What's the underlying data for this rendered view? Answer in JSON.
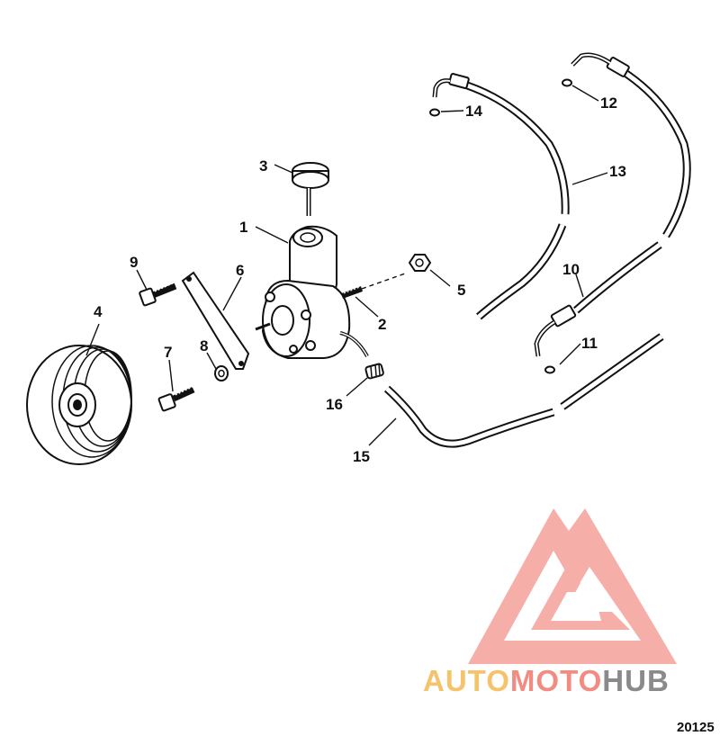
{
  "diagram": {
    "callouts": [
      {
        "id": "1",
        "label": "1"
      },
      {
        "id": "2",
        "label": "2"
      },
      {
        "id": "3",
        "label": "3"
      },
      {
        "id": "4",
        "label": "4"
      },
      {
        "id": "5",
        "label": "5"
      },
      {
        "id": "6",
        "label": "6"
      },
      {
        "id": "7",
        "label": "7"
      },
      {
        "id": "8",
        "label": "8"
      },
      {
        "id": "9",
        "label": "9"
      },
      {
        "id": "10",
        "label": "10"
      },
      {
        "id": "11",
        "label": "11"
      },
      {
        "id": "12",
        "label": "12"
      },
      {
        "id": "13",
        "label": "13"
      },
      {
        "id": "14",
        "label": "14"
      },
      {
        "id": "15",
        "label": "15"
      },
      {
        "id": "16",
        "label": "16"
      }
    ],
    "figure_number": "20125"
  },
  "watermark": {
    "text_auto": "AUTO",
    "text_moto": "MOTO",
    "text_hub": "HUB",
    "colors": {
      "logo": "#f28b82",
      "auto": "#f5c36b",
      "moto": "#f28b82",
      "hub": "#8a8a8a"
    }
  }
}
